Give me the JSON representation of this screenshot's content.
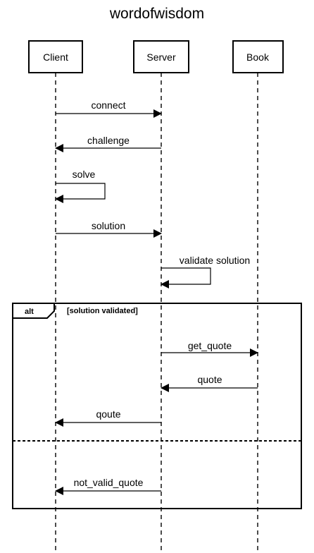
{
  "title": "wordofwisdom",
  "actors": [
    {
      "id": "client",
      "label": "Client"
    },
    {
      "id": "server",
      "label": "Server"
    },
    {
      "id": "book",
      "label": "Book"
    }
  ],
  "messages": [
    {
      "from": "client",
      "to": "server",
      "label": "connect"
    },
    {
      "from": "server",
      "to": "client",
      "label": "challenge"
    },
    {
      "from": "client",
      "to": "client",
      "label": "solve"
    },
    {
      "from": "client",
      "to": "server",
      "label": "solution"
    },
    {
      "from": "server",
      "to": "server",
      "label": "validate solution"
    },
    {
      "from": "server",
      "to": "book",
      "label": "get_quote"
    },
    {
      "from": "book",
      "to": "server",
      "label": "quote"
    },
    {
      "from": "server",
      "to": "client",
      "label": "qoute"
    },
    {
      "from": "server",
      "to": "client",
      "label": "not_valid_quote"
    }
  ],
  "fragment": {
    "operator": "alt",
    "guard": "[solution validated]"
  }
}
